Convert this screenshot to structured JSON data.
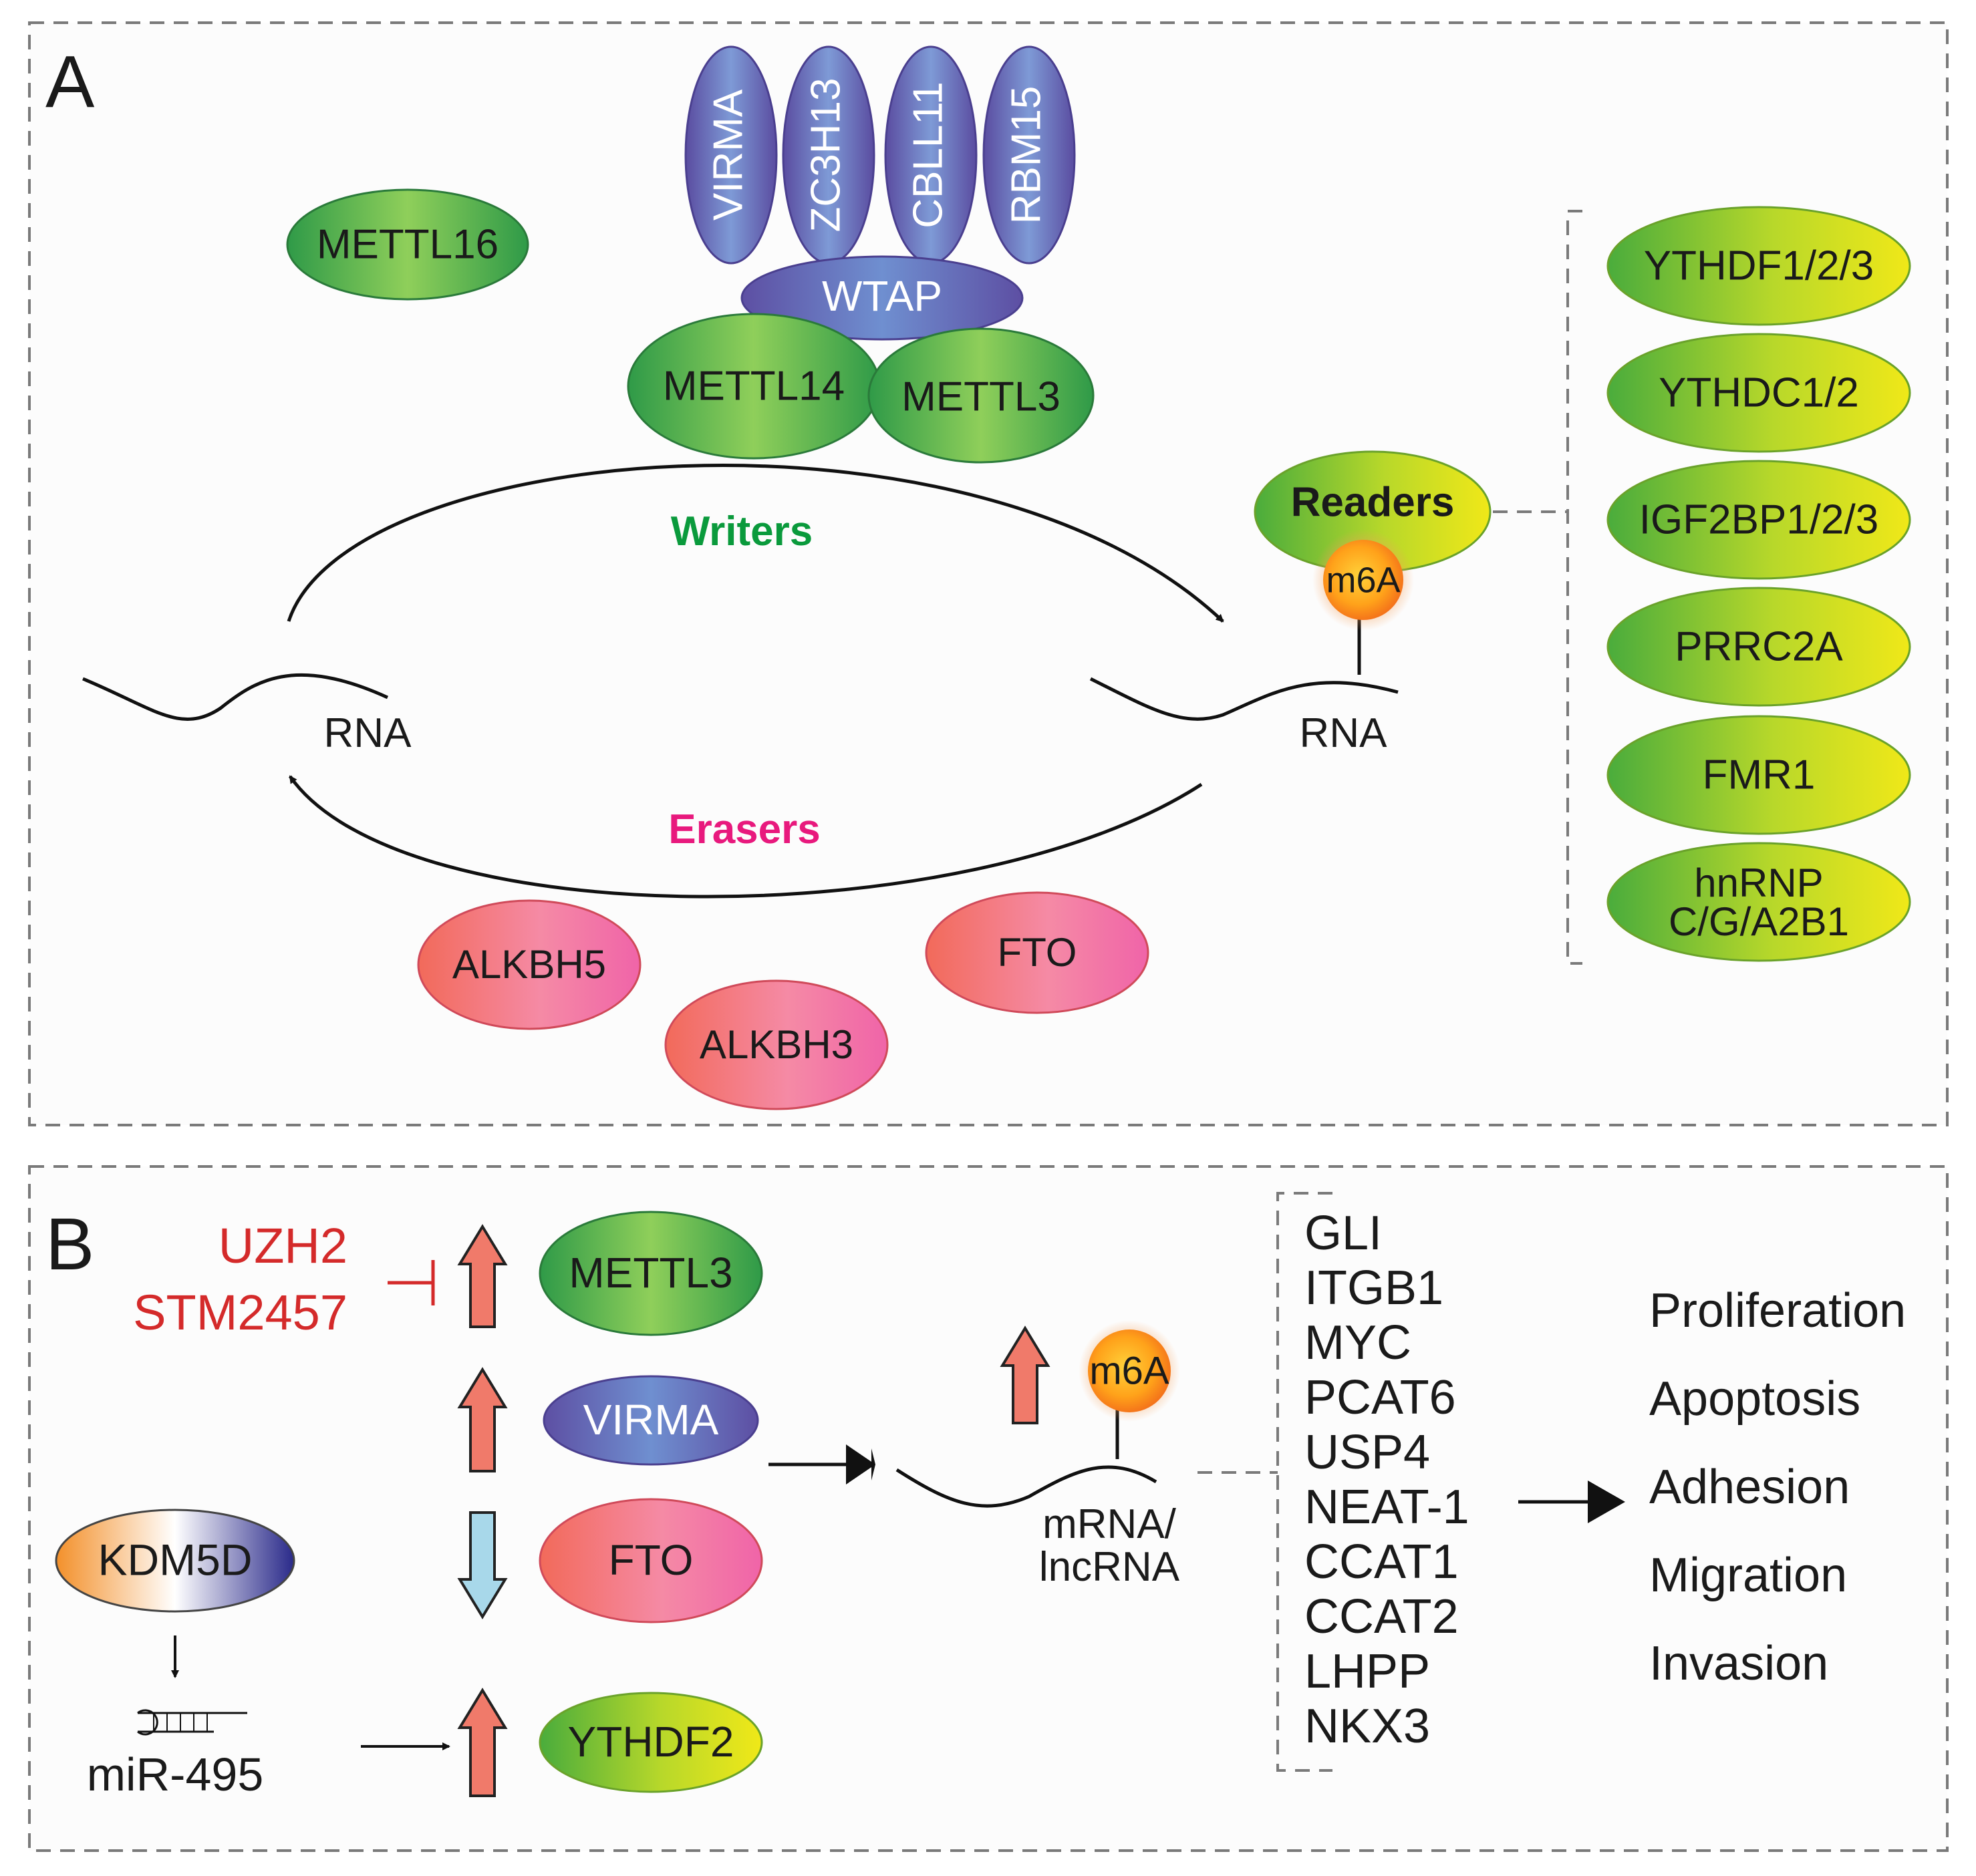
{
  "panel_a": {
    "letter": "A",
    "writers_complex": {
      "top_row": [
        "VIRMA",
        "ZC3H13",
        "CBLL11",
        "RBM15"
      ],
      "wtap": "WTAP",
      "core": [
        "METTL14",
        "METTL3"
      ]
    },
    "mettl16": "METTL16",
    "writers_label": "Writers",
    "erasers_label": "Erasers",
    "rna_left": "RNA",
    "rna_right": "RNA",
    "readers_label": "Readers",
    "m6a": "m6A",
    "erasers": [
      "ALKBH5",
      "FTO",
      "ALKBH3"
    ],
    "readers": [
      "YTHDF1/2/3",
      "YTHDC1/2",
      "IGF2BP1/2/3",
      "PRRC2A",
      "FMR1"
    ],
    "reader_hnrnp_line1": "hnRNP",
    "reader_hnrnp_line2": "C/G/A2B1"
  },
  "panel_b": {
    "letter": "B",
    "inhibitors": [
      "UZH2",
      "STM2457"
    ],
    "proteins": [
      "METTL3",
      "VIRMA",
      "FTO",
      "YTHDF2"
    ],
    "kdm5d": "KDM5D",
    "mirna": "miR-495",
    "m6a": "m6A",
    "rna_line1": "mRNA/",
    "rna_line2": "lncRNA",
    "targets": [
      "GLI",
      "ITGB1",
      "MYC",
      "PCAT6",
      "USP4",
      "NEAT-1",
      "CCAT1",
      "CCAT2",
      "LHPP",
      "NKX3"
    ],
    "outcomes": [
      "Proliferation",
      "Apoptosis",
      "Adhesion",
      "Migration",
      "Invasion"
    ]
  },
  "colors": {
    "writers_text": "#0a9a3c",
    "erasers_text": "#e8197d",
    "inhibitor_text": "#d42a2a",
    "up_arrow": "#f07a6a",
    "down_arrow": "#a8d8ea",
    "green_protein": "#3da84a",
    "purple_protein": "#5a5fae",
    "pink_protein": "#f06a7e",
    "reader_gradient": "#d8e21a"
  }
}
